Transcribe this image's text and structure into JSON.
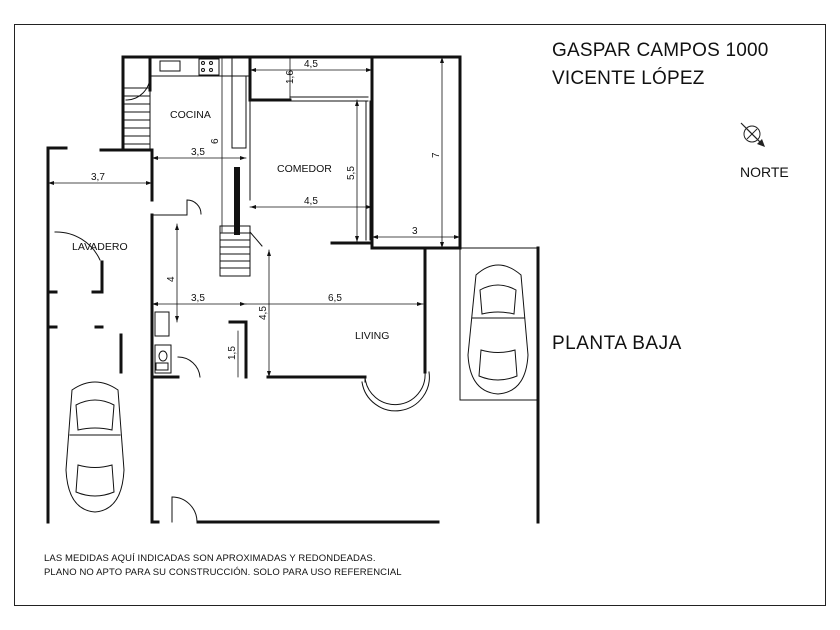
{
  "header": {
    "address_line1": "GASPAR CAMPOS 1000",
    "address_line2": "VICENTE LÓPEZ"
  },
  "compass": {
    "label": "NORTE",
    "icon": "north-arrow-icon"
  },
  "floor": {
    "label": "PLANTA  BAJA"
  },
  "rooms": {
    "cocina": "COCINA",
    "comedor": "COMEDOR",
    "lavadero": "LAVADERO",
    "living": "LIVING"
  },
  "dimensions": {
    "comedor_top_width": "4,5",
    "comedor_top_depth": "1,6",
    "cocina_height": "6",
    "cocina_width": "3,5",
    "left_width": "3,7",
    "comedor_height": "5,5",
    "comedor_width": "4,5",
    "garage_height": "7",
    "garage_width": "3",
    "hall_height": "4",
    "hall_width": "3,5",
    "living_width": "6,5",
    "living_height": "4,5",
    "bath_height": "1,5"
  },
  "footer": {
    "note_line1": "LAS MEDIDAS AQUÍ INDICADAS SON APROXIMADAS Y REDONDEADAS.",
    "note_line2": "PLANO NO APTO PARA SU CONSTRUCCIÓN. SOLO PARA USO REFERENCIAL"
  }
}
